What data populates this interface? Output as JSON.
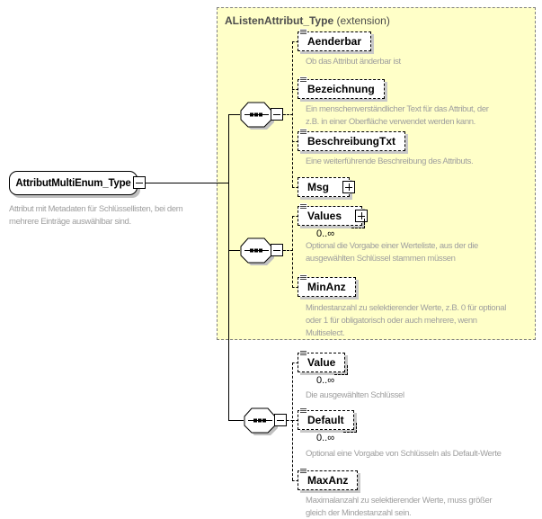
{
  "colors": {
    "extension_bg": "#ffffc8",
    "extension_border": "#7f7f7f",
    "box_shadow": "#c8c8c8",
    "description_text": "#9e9e9e",
    "line": "#000000"
  },
  "icons": {
    "sequence": "sequence-octagon",
    "collapse": "minus-box",
    "expand": "plus-box",
    "element_marker": "three-lines-glyph"
  },
  "root": {
    "name": "AttributMultiEnum_Type",
    "description": "Attribut mit Metadaten für Schlüssellisten, bei dem\nmehrere Einträge auswählbar sind."
  },
  "extension": {
    "title": "AListenAttribut_Type",
    "suffix": " (extension)"
  },
  "elements": {
    "aenderbar": {
      "name": "Aenderbar",
      "description": "Ob das Attribut änderbar ist"
    },
    "bezeichnung": {
      "name": "Bezeichnung",
      "description": "Ein menschenverständlicher Text für das Attribut, der\nz.B. in einer Oberfläche verwendet werden kann."
    },
    "beschreibungtxt": {
      "name": "BeschreibungTxt",
      "description": "Eine weiterführende Beschreibung des Attributs."
    },
    "msg": {
      "name": "Msg"
    },
    "values": {
      "name": "Values",
      "cardinality": "0..∞",
      "description": "Optional die Vorgabe einer Werteliste, aus der die\nausgewählten Schlüssel stammen müssen"
    },
    "minanz": {
      "name": "MinAnz",
      "description": "Mindestanzahl zu selektierender Werte, z.B. 0 für optional\noder 1 für obligatorisch oder auch mehrere, wenn\nMultiselect."
    },
    "value": {
      "name": "Value",
      "cardinality": "0..∞",
      "description": "Die ausgewählten Schlüssel"
    },
    "default": {
      "name": "Default",
      "cardinality": "0..∞",
      "description": "Optional eine Vorgabe von Schlüsseln als Default-Werte"
    },
    "maxanz": {
      "name": "MaxAnz",
      "description": "Maximalanzahl zu selektierender Werte, muss größer\ngleich der Mindestanzahl sein."
    }
  }
}
